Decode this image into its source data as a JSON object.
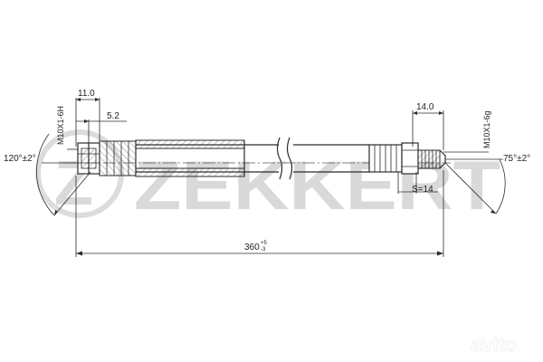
{
  "drawing": {
    "left_fitting": {
      "thread": "M10X1-6H",
      "length_dim": "11.0",
      "offset_dim": "5.2",
      "angle": "120°±2°"
    },
    "right_fitting": {
      "thread": "M10X1-6g",
      "length_dim": "14.0",
      "wrench_size": "S=14",
      "angle": "75°±2°"
    },
    "overall_length": {
      "nominal": "360",
      "tol_upper": "+5",
      "tol_lower": "-3"
    }
  },
  "brand": {
    "logo_text": "ZEKKERT",
    "logo_color": "#d9d9d9"
  },
  "watermark": {
    "text": "avito",
    "icon": "avito-dots-icon"
  }
}
